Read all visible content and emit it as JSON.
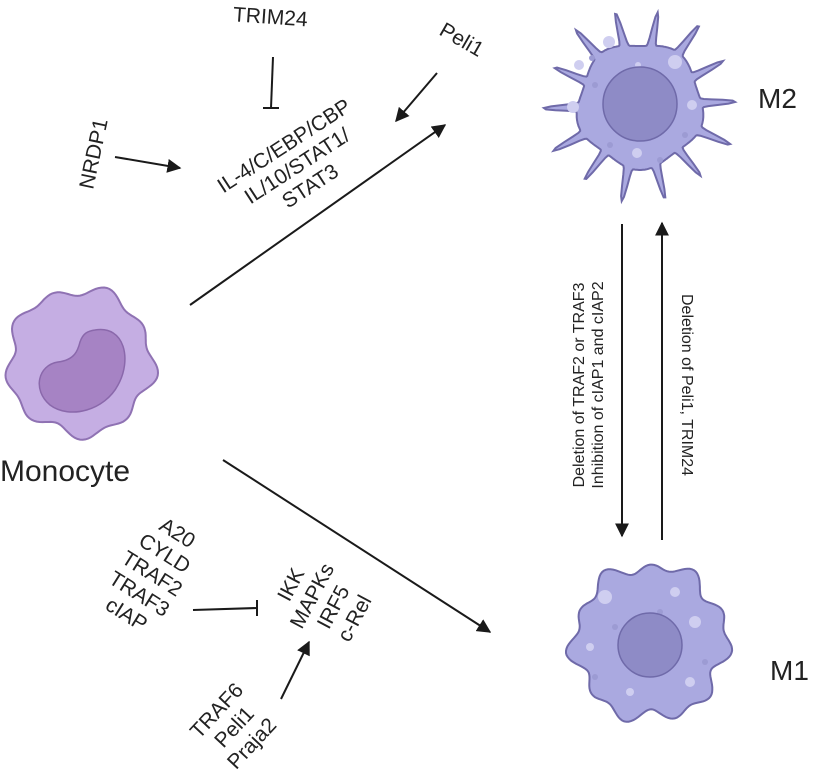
{
  "cells": {
    "monocyte": "Monocyte",
    "m2": "M2",
    "m1": "M1"
  },
  "m2_pathway": {
    "inhibitor": "TRIM24",
    "activators": [
      "NRDP1",
      "Peli1"
    ],
    "factors": [
      "IL-4/C/EBP/CBP",
      "IL/10/STAT1/",
      "STAT3"
    ]
  },
  "m1_pathway": {
    "inhibitors": [
      "A20",
      "CYLD",
      "TRAF2",
      "TRAF3",
      "cIAP"
    ],
    "factors": [
      "IKK",
      "MAPKs",
      "IRF5",
      "c-Rel"
    ],
    "activators": [
      "TRAF6",
      "Peli1",
      "Praja2"
    ]
  },
  "transitions": {
    "m2_to_m1": [
      "Deletion of TRAF2 or TRAF3",
      "Inhibition of cIAP1 and cIAP2"
    ],
    "m1_to_m2": "Deletion of Peli1, TRIM24"
  },
  "colors": {
    "monocyte_body": "#c5aee3",
    "monocyte_nucleus": "#a683c4",
    "macrophage_body": "#aaa9e0",
    "macrophage_nucleus": "#8e8bc6",
    "outline": "#6f6aa9"
  }
}
